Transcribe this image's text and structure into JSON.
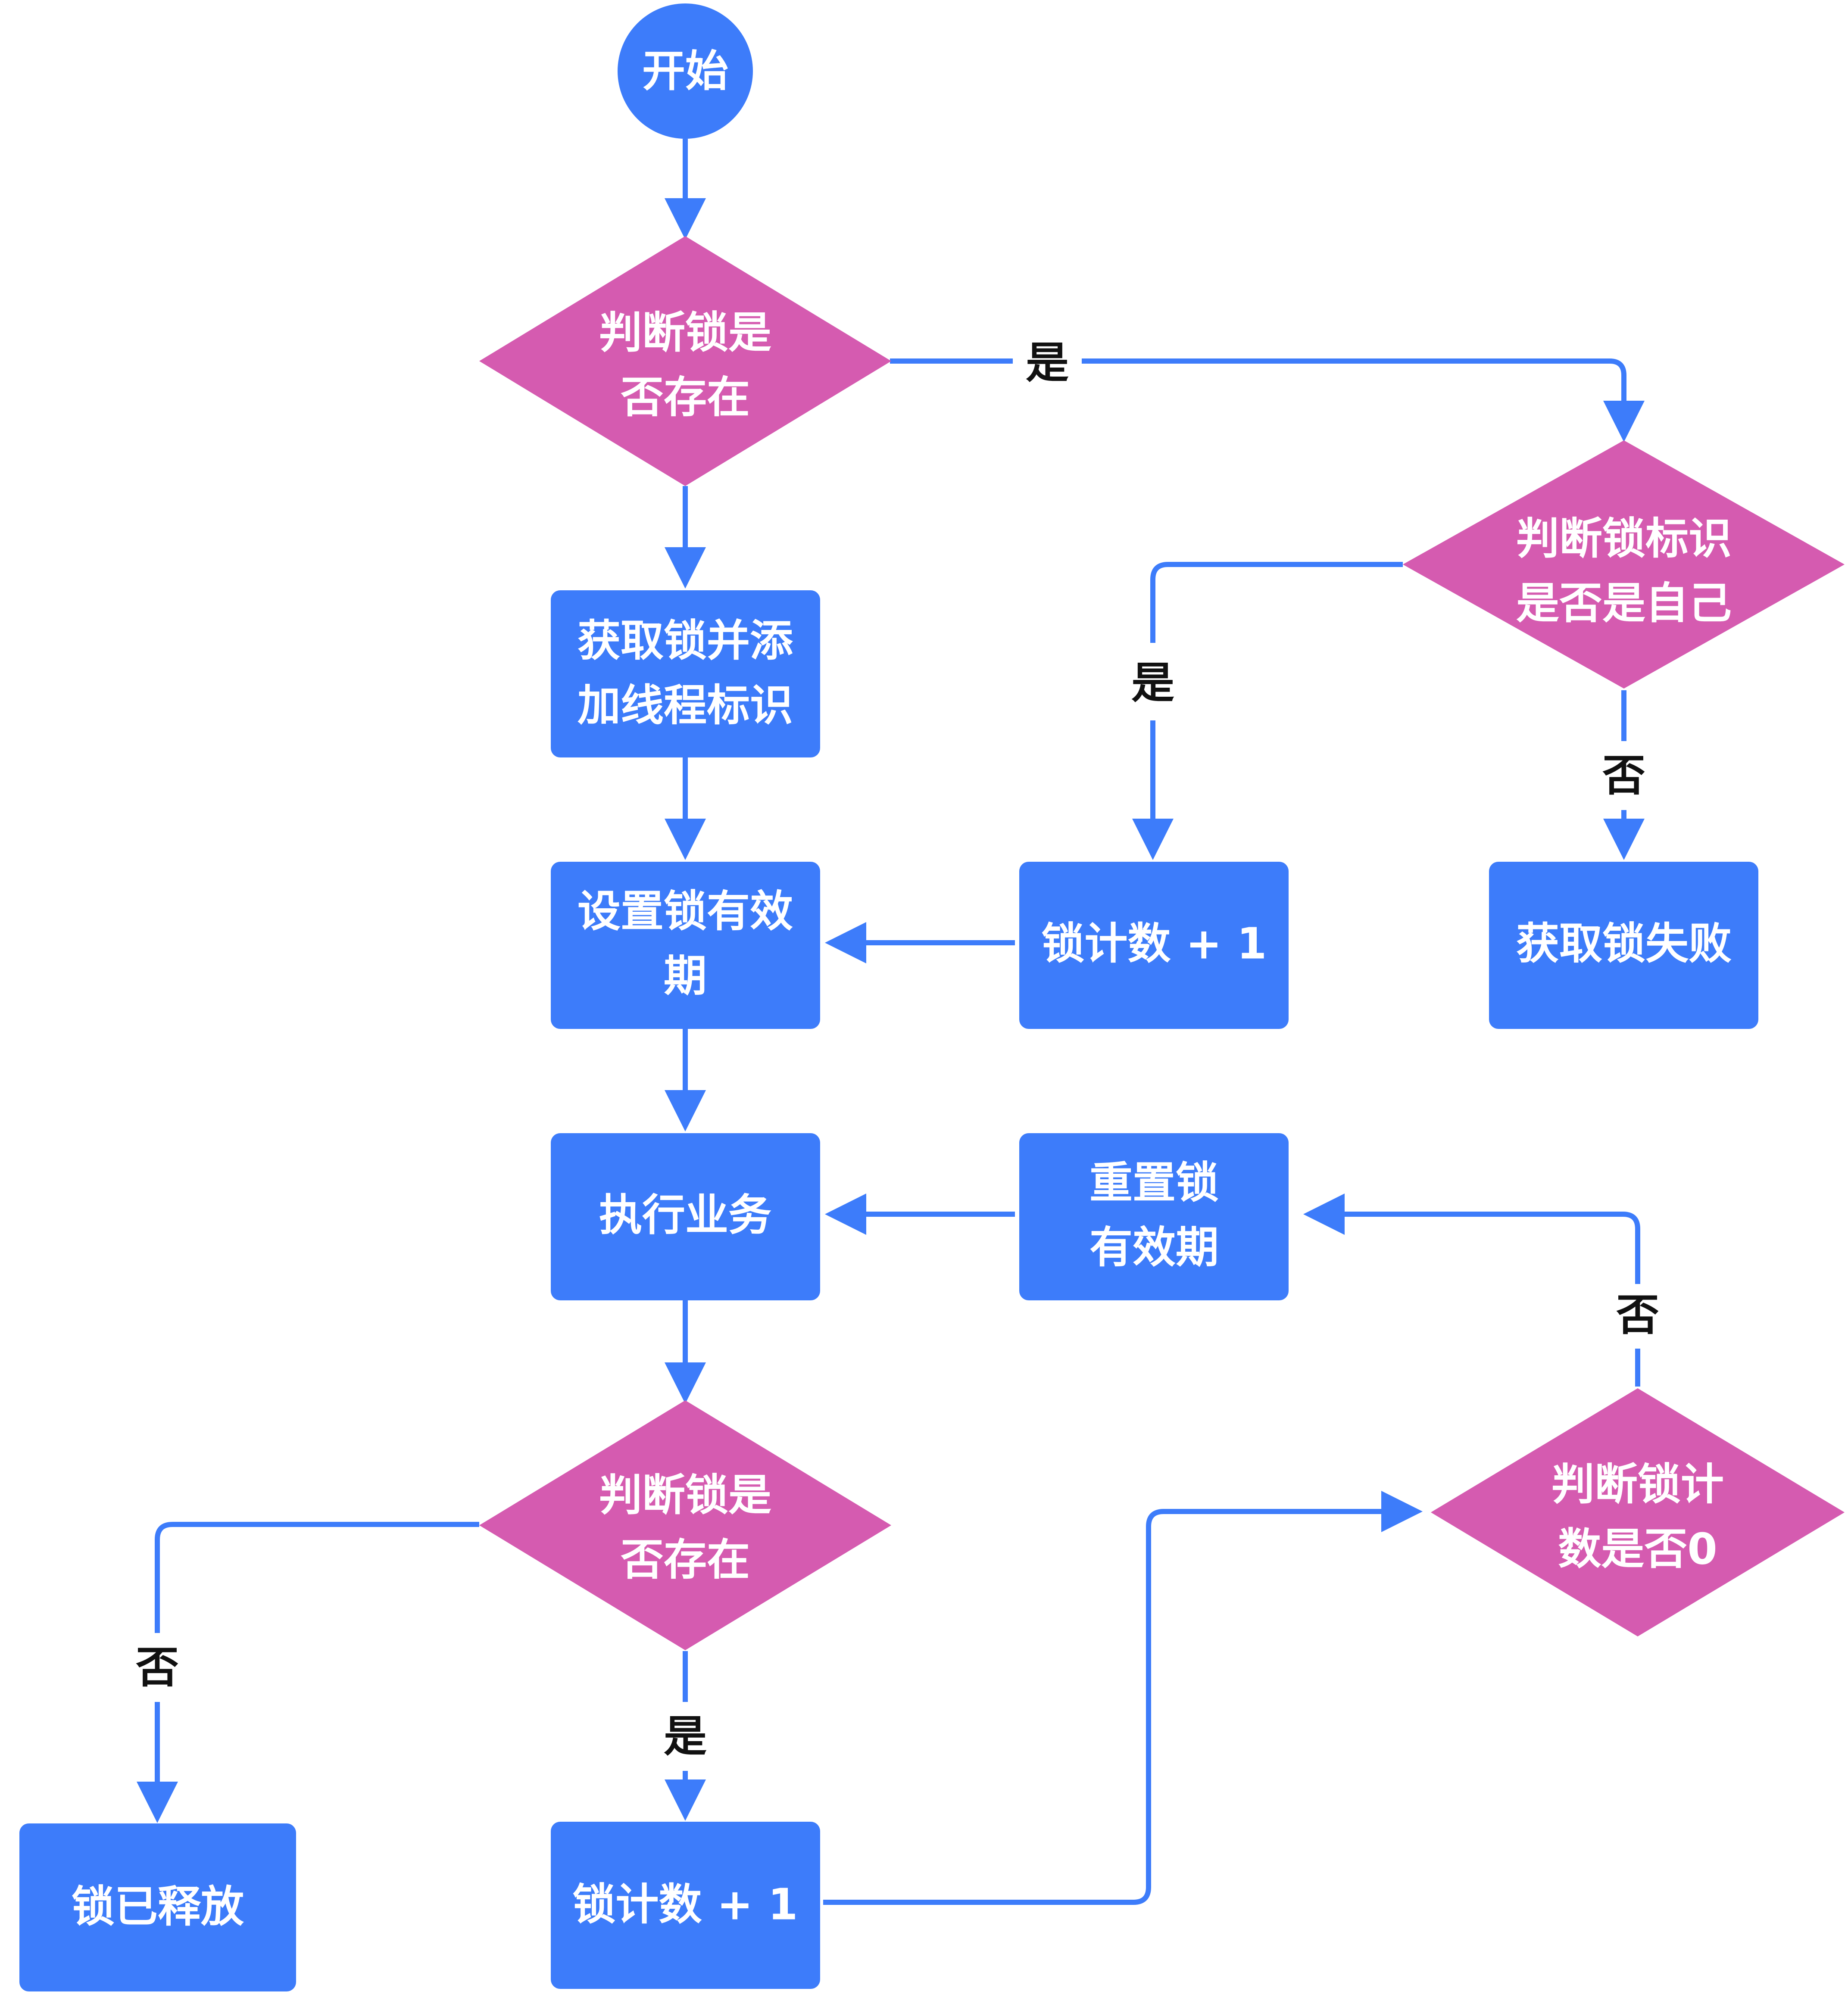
{
  "colors": {
    "process": "#3D7CFA",
    "decision": "#D55BB0",
    "edge": "#3D7CFA",
    "label": "#111111",
    "text": "#FFFFFF"
  },
  "nodes": {
    "start": {
      "line1": "开始"
    },
    "check_exists_1": {
      "line1": "判断锁是",
      "line2": "否存在"
    },
    "acquire_lock": {
      "line1": "获取锁并添",
      "line2": "加线程标识"
    },
    "set_expiry": {
      "line1": "设置锁有效",
      "line2": "期"
    },
    "execute_business": {
      "line1": "执行业务"
    },
    "check_exists_2": {
      "line1": "判断锁是",
      "line2": "否存在"
    },
    "lock_released": {
      "line1": "锁已释放"
    },
    "count_plus_bottom": {
      "line1": "锁计数 + 1"
    },
    "check_identity": {
      "line1": "判断锁标识",
      "line2": "是否是自己"
    },
    "count_plus_top": {
      "line1": "锁计数 + 1"
    },
    "acquire_failed": {
      "line1": "获取锁失败"
    },
    "reset_expiry": {
      "line1": "重置锁",
      "line2": "有效期"
    },
    "check_count_zero": {
      "line1": "判断锁计",
      "line2": "数是否0"
    }
  },
  "edge_labels": {
    "exists_yes": "是",
    "identity_yes": "是",
    "identity_no": "否",
    "count_no": "否",
    "exists2_no": "否",
    "exists2_yes": "是"
  }
}
